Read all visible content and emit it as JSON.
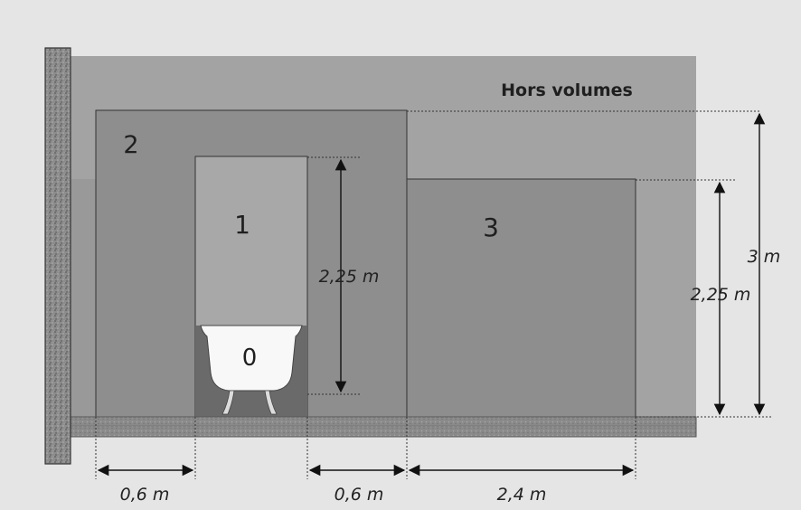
{
  "labels": {
    "outside": "Hors volumes",
    "zone_2": "2",
    "zone_1": "1",
    "zone_3": "3",
    "zone_0": "0"
  },
  "dimensions": {
    "height_total": "3 m",
    "height_zone_3": "2,25 m",
    "height_zone_1": "2,25 m",
    "width_zone_2_left": "0,6 m",
    "width_zone_2_right": "0,6 m",
    "width_zone_3": "2,4 m"
  },
  "colors": {
    "background": "#e5e5e5",
    "outside_zone": "#a3a3a3",
    "zone_2": "#8e8e8e",
    "zone_1": "#a8a8a8",
    "zone_3": "#8e8e8e",
    "zone_0": "#6a6a6a",
    "floor": "#8a8a8a",
    "wall": "#777777"
  },
  "icons": {
    "bathtub": "bathtub-icon",
    "wall": "wall-texture"
  }
}
